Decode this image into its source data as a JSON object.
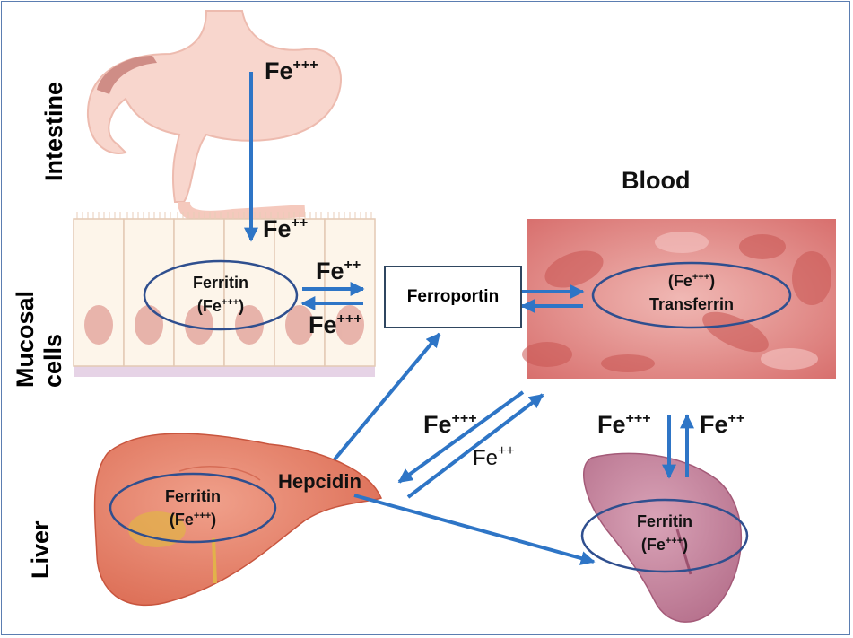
{
  "labels": {
    "intestine": "Intestine",
    "mucosal": "Mucosal",
    "cells": "cells",
    "liver": "Liver",
    "blood": "Blood",
    "ferroportin": "Ferroportin",
    "hepcidin": "Hepcidin",
    "transferrin": "Transferrin"
  },
  "iron": {
    "fe": "Fe",
    "ferric": "+++",
    "ferrous": "++",
    "ferric_paren": "(Fe",
    "close_paren": ")"
  },
  "ferritin_label": "Ferritin",
  "colors": {
    "arrow": "#2e75c6",
    "ellipse": "#2f4f8f",
    "frame": "#5b7db1",
    "stomach": "#f6c9bd",
    "liver": "#e98770",
    "spleen": "#c98aa2",
    "blood": "#e9a8a4"
  },
  "icons": {
    "stomach": "stomach-illustration",
    "cells": "mucosal-cells-illustration",
    "blood": "blood-vessel-illustration",
    "liver": "liver-illustration",
    "spleen": "spleen-illustration"
  }
}
